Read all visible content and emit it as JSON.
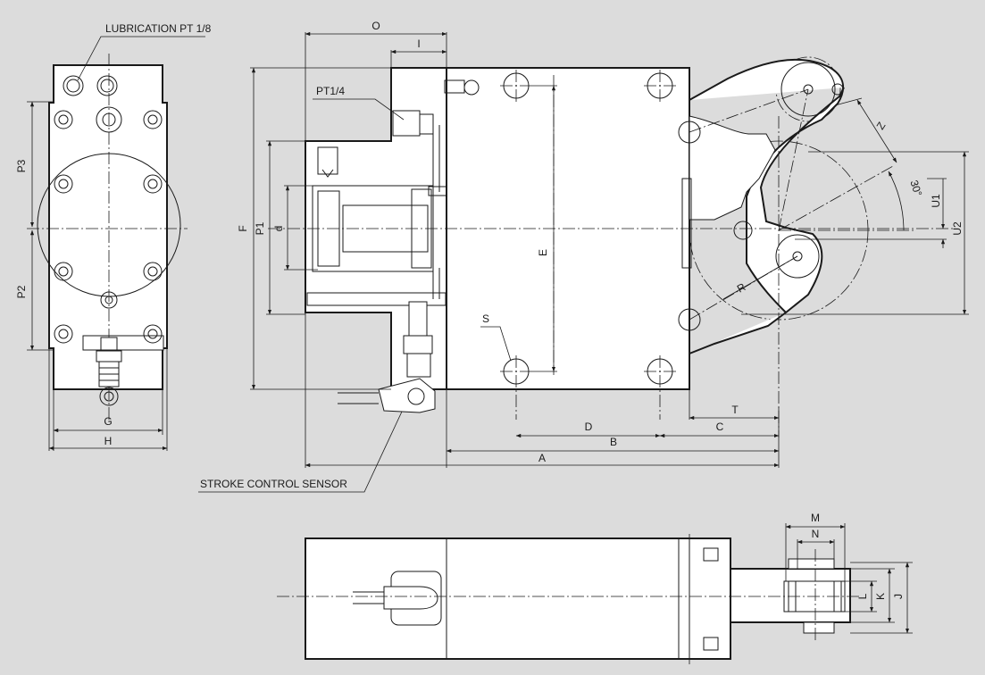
{
  "notes": {
    "lubrication": "LUBRICATION PT 1/8",
    "pt14": "PT1/4",
    "sensor": "STROKE CONTROL SENSOR",
    "angle": "30°"
  },
  "dimensions": {
    "O": "O",
    "I": "I",
    "F": "F",
    "P1": "P1",
    "d": "d",
    "E": "E",
    "S": "S",
    "D": "D",
    "B": "B",
    "A": "A",
    "C": "C",
    "T": "T",
    "Z": "Z",
    "U1": "U1",
    "U2": "U2",
    "R": "R",
    "P3": "P3",
    "P2": "P2",
    "G": "G",
    "H": "H",
    "M": "M",
    "N": "N",
    "J": "J",
    "K": "K",
    "L": "L"
  }
}
